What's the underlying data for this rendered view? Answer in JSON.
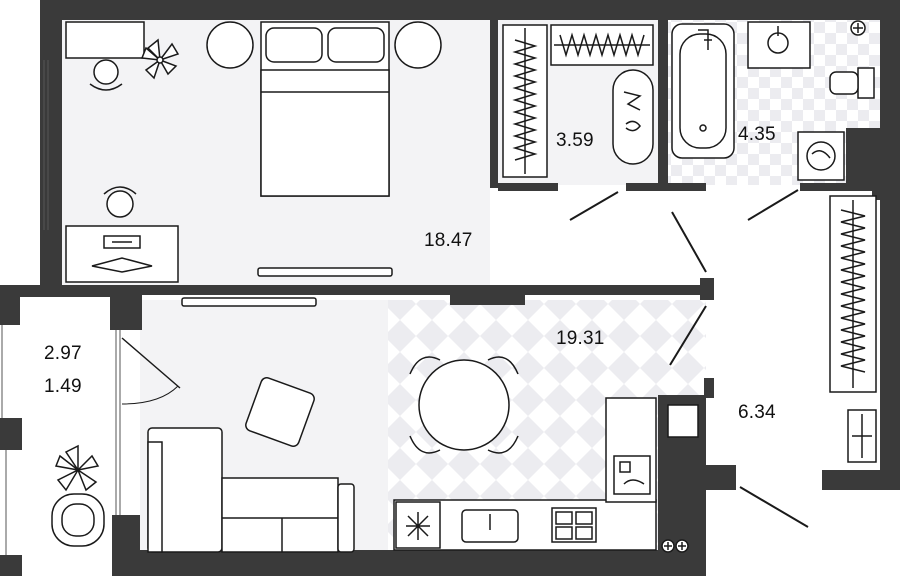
{
  "rooms": {
    "bedroom_area": "18.47",
    "dressing_area": "3.59",
    "bathroom_area": "4.35",
    "living_kitchen_area": "19.31",
    "hallway_area": "6.34",
    "balcony_area": "2.97",
    "balcony_area_reduced": "1.49"
  },
  "colors": {
    "wall": "#3a3a3a",
    "floor_light": "#f3f3f5",
    "tile": "#ececf0",
    "line": "#1a1a1a"
  },
  "icons": [
    "plant-icon",
    "bed-icon",
    "wardrobe-icon",
    "bathtub-icon",
    "sink-icon",
    "toilet-icon",
    "washing-machine-icon",
    "chair-icon",
    "desk-icon",
    "tv-icon",
    "dining-table-icon",
    "sofa-icon",
    "ottoman-icon",
    "stove-icon",
    "kitchen-sink-icon",
    "fridge-icon",
    "shoe-rack-icon",
    "socket-icon"
  ]
}
